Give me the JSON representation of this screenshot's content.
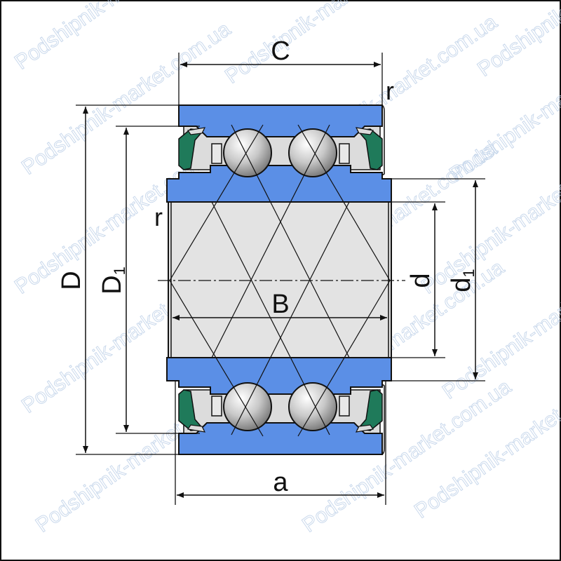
{
  "labels": {
    "C": "C",
    "r_top": "r",
    "r_left": "r",
    "D": "D",
    "D1": "D",
    "D1_sub": "1",
    "B": "B",
    "d": "d",
    "d1": "d",
    "d1_sub": "1",
    "a": "a"
  },
  "watermark": {
    "text": "Podshipnik-market.com.ua"
  },
  "colors": {
    "ring_blue": "#5b8fe6",
    "bore_gray": "#e3e3e3",
    "inner_gray": "#dcdcdc",
    "seal_green": "#1f7a5a",
    "outline": "#111111",
    "ball_light": "#f2f2f2",
    "ball_dark": "#8a8a8a",
    "watermark": "#b9cde6"
  }
}
